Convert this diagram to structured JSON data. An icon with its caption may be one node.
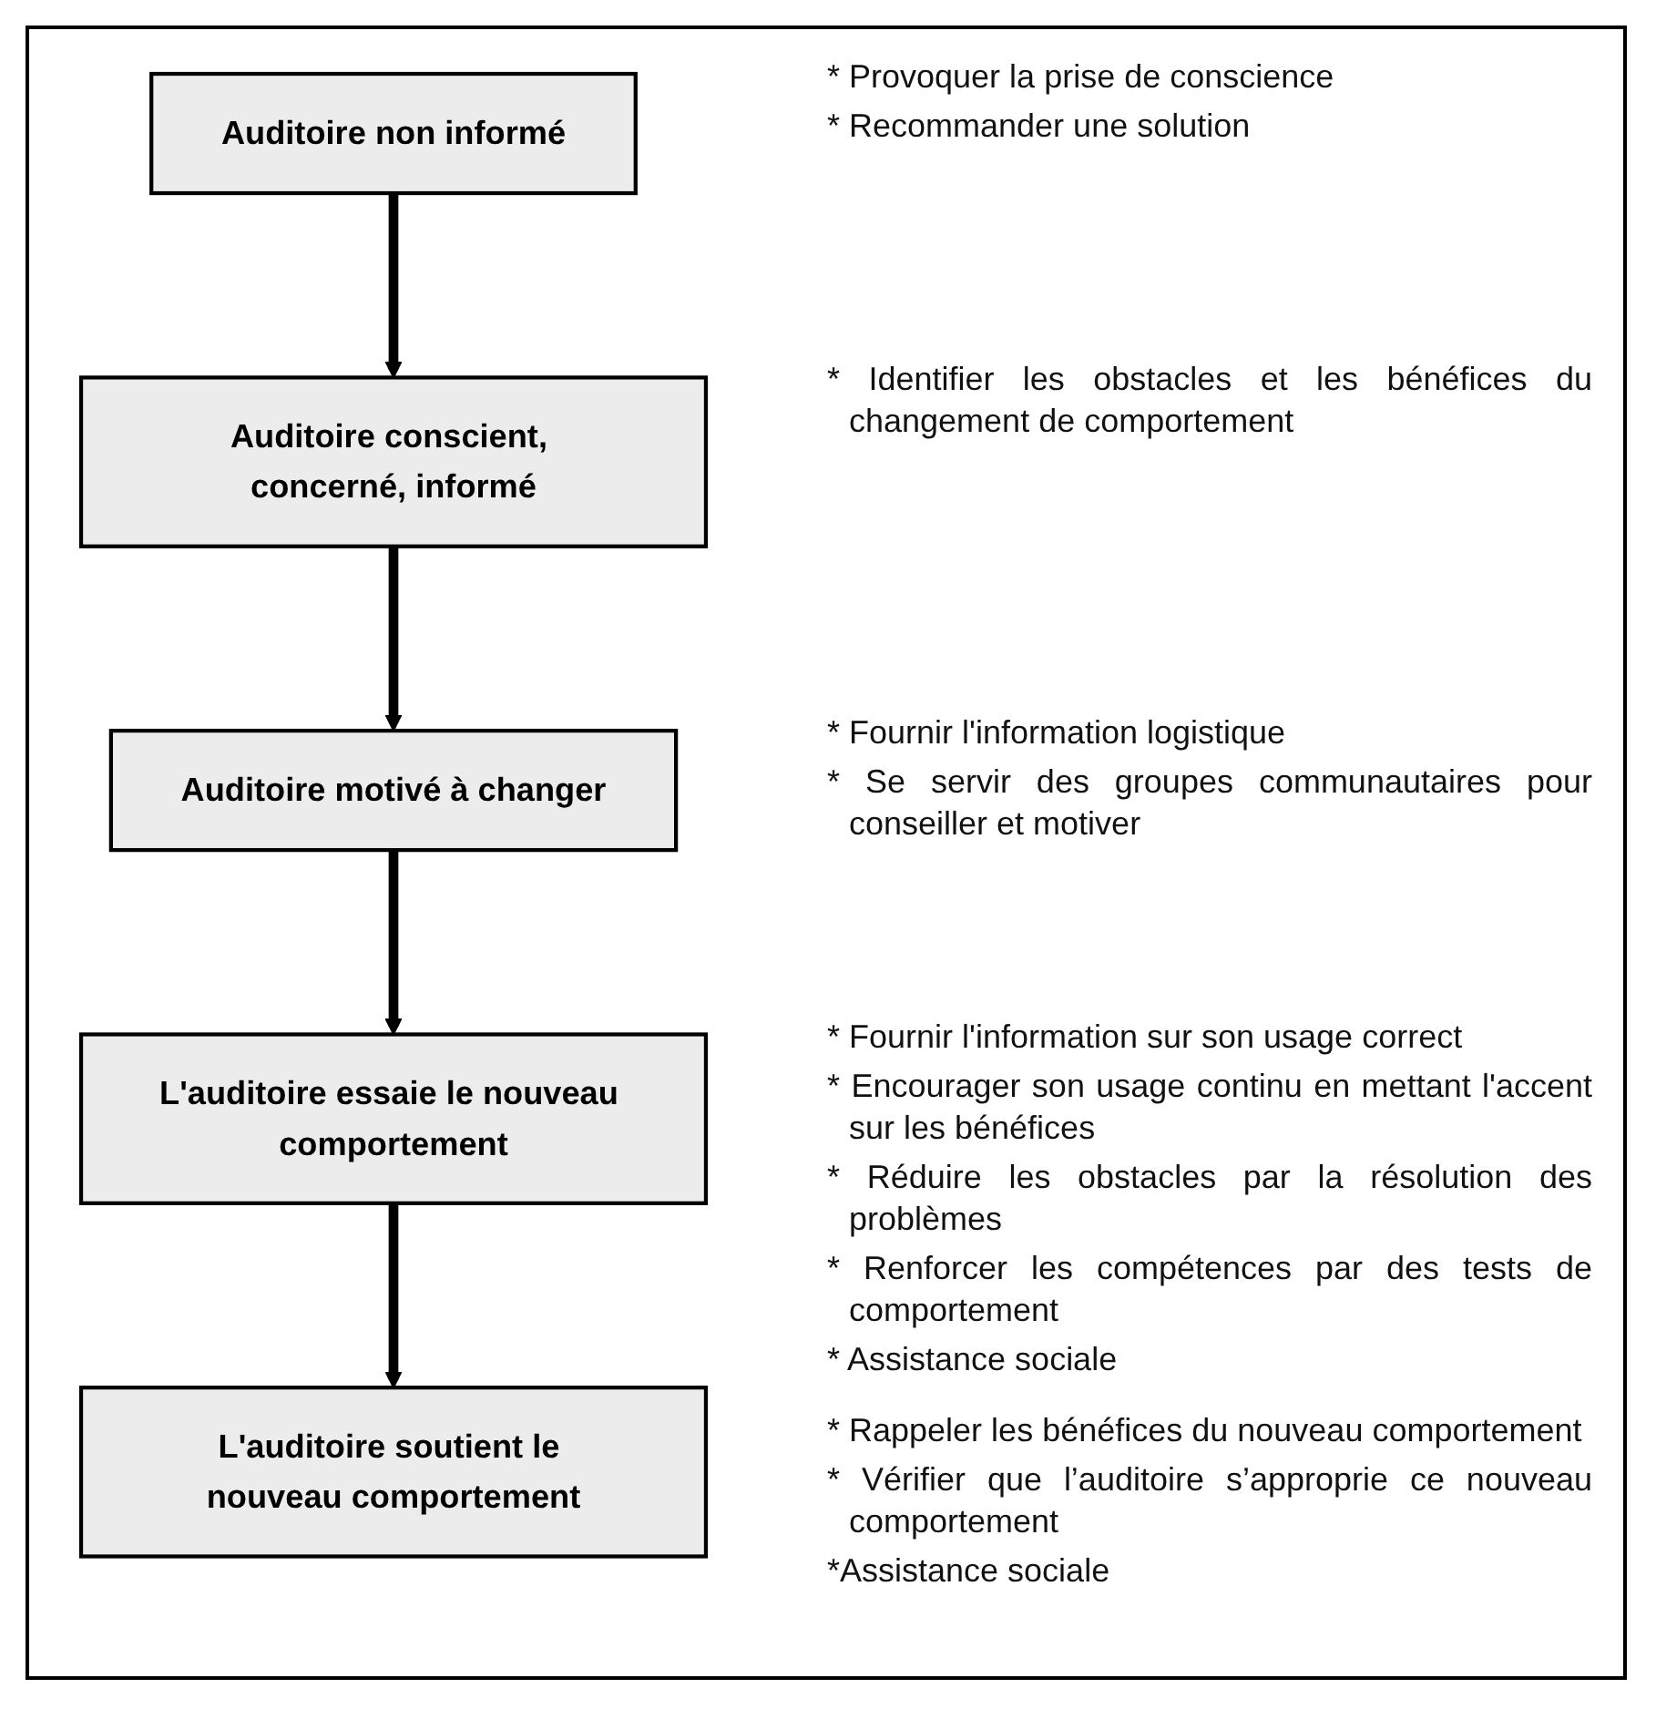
{
  "diagram": {
    "nodes": [
      {
        "text": [
          "Auditoire non informé"
        ],
        "beside": [
          "* Provoquer la prise de conscience",
          "* Recommander une solution"
        ]
      },
      {
        "text": [
          "Auditoire conscient, concerné, informé"
        ],
        "beside": [
          "* Identifier les obstacles et les bénéfices du changement de comportement"
        ]
      },
      {
        "text": [
          "Auditoire motivé à changer"
        ],
        "beside": [
          "* Fournir l'information logistique",
          "* Se servir des groupes communautaires pour conseiller et motiver"
        ]
      },
      {
        "text": [
          "L'auditoire essaie le nouveau comportement"
        ],
        "beside": [
          "* Fournir l'information sur son usage correct",
          "* Encourager son usage continu en mettant l'accent sur les bénéfices",
          "* Réduire les obstacles par la résolution des problèmes",
          "* Renforcer les compétences par des tests de comportement",
          "* Assistance sociale"
        ]
      },
      {
        "text": [
          "L'auditoire soutient le nouveau comportement"
        ],
        "beside": [
          "* Rappeler les bénéfices du nouveau comportement",
          "* Vérifier que l’auditoire s’approprie ce nouveau comportement",
          "*Assistance sociale"
        ]
      }
    ],
    "edges": [
      {
        "from": 0,
        "to": 1,
        "arrow": "to"
      },
      {
        "from": 1,
        "to": 2,
        "arrow": "to"
      },
      {
        "from": 2,
        "to": 3,
        "arrow": "to"
      },
      {
        "from": 3,
        "to": 4,
        "arrow": "to"
      }
    ]
  }
}
